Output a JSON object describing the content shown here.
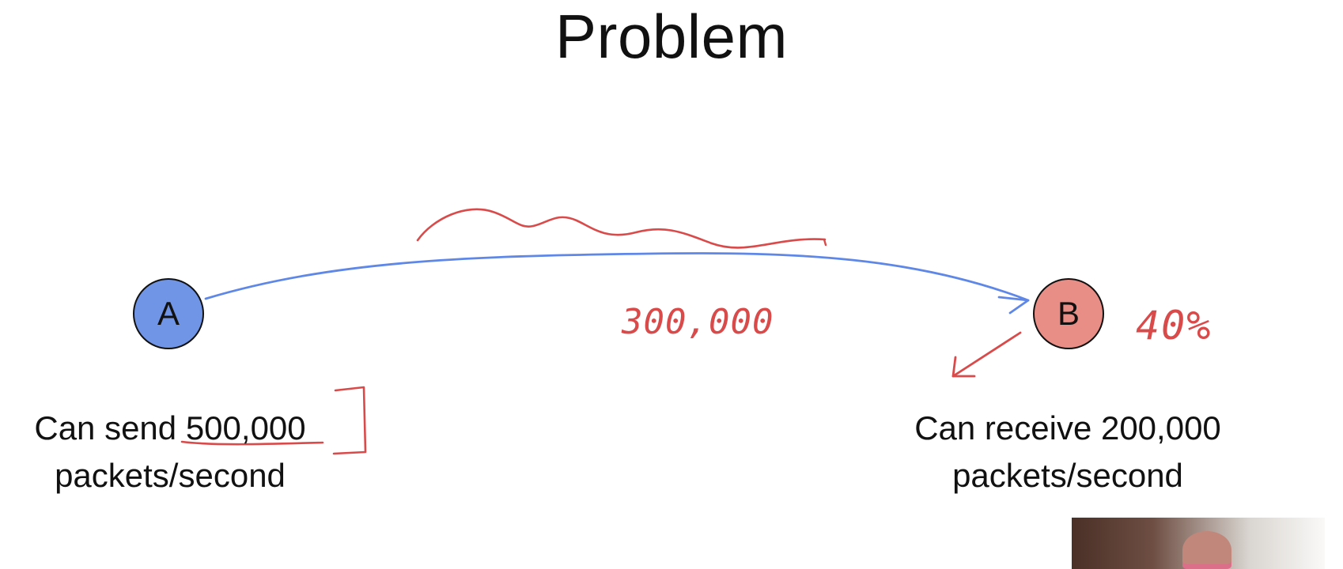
{
  "slide": {
    "title": "Problem"
  },
  "nodes": {
    "a": {
      "label": "A",
      "fill_color": "#7195e6"
    },
    "b": {
      "label": "B",
      "fill_color": "#e98e87"
    }
  },
  "captions": {
    "a": {
      "line1": "Can send 500,000",
      "line2": "packets/second"
    },
    "b": {
      "line1": "Can receive 200,000",
      "line2": "packets/second"
    }
  },
  "handwritten_notes": {
    "middle_rate": "300,000",
    "receiver_note": "40%",
    "underline_color": "#d94a4a"
  },
  "link": {
    "color": "#5f87e6"
  },
  "video_overlay": {
    "present": true
  }
}
